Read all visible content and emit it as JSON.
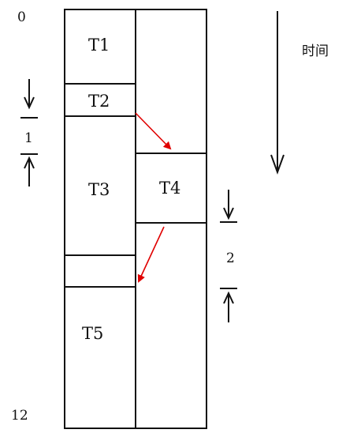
{
  "timeline": {
    "start": "0",
    "end": "12"
  },
  "time_label": "时间",
  "tasks": {
    "t1": "T1",
    "t2": "T2",
    "t3": "T3",
    "t4": "T4",
    "t5": "T5"
  },
  "intervals": {
    "left_gap": "1",
    "right_gap": "2"
  },
  "colors": {
    "line": "#111111",
    "arrow": "#e00000"
  }
}
